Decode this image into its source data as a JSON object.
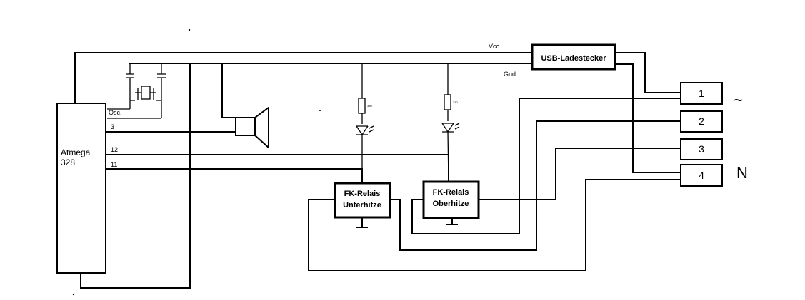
{
  "mcu": {
    "name_line1": "Atmega",
    "name_line2": "328",
    "pin_osc": "Osc.",
    "pin_3": "3",
    "pin_12": "12",
    "pin_11": "11"
  },
  "power": {
    "vcc": "Vcc",
    "gnd": "Gnd",
    "usb": "USB-Ladestecker"
  },
  "relays": [
    {
      "line1": "FK-Relais",
      "line2": "Unterhitze"
    },
    {
      "line1": "FK-Relais",
      "line2": "Oberhitze"
    }
  ],
  "resistors": [
    "330",
    "330"
  ],
  "terminals": [
    "1",
    "2",
    "3",
    "4"
  ],
  "mains": {
    "phase_symbol": "~",
    "neutral": "N"
  }
}
